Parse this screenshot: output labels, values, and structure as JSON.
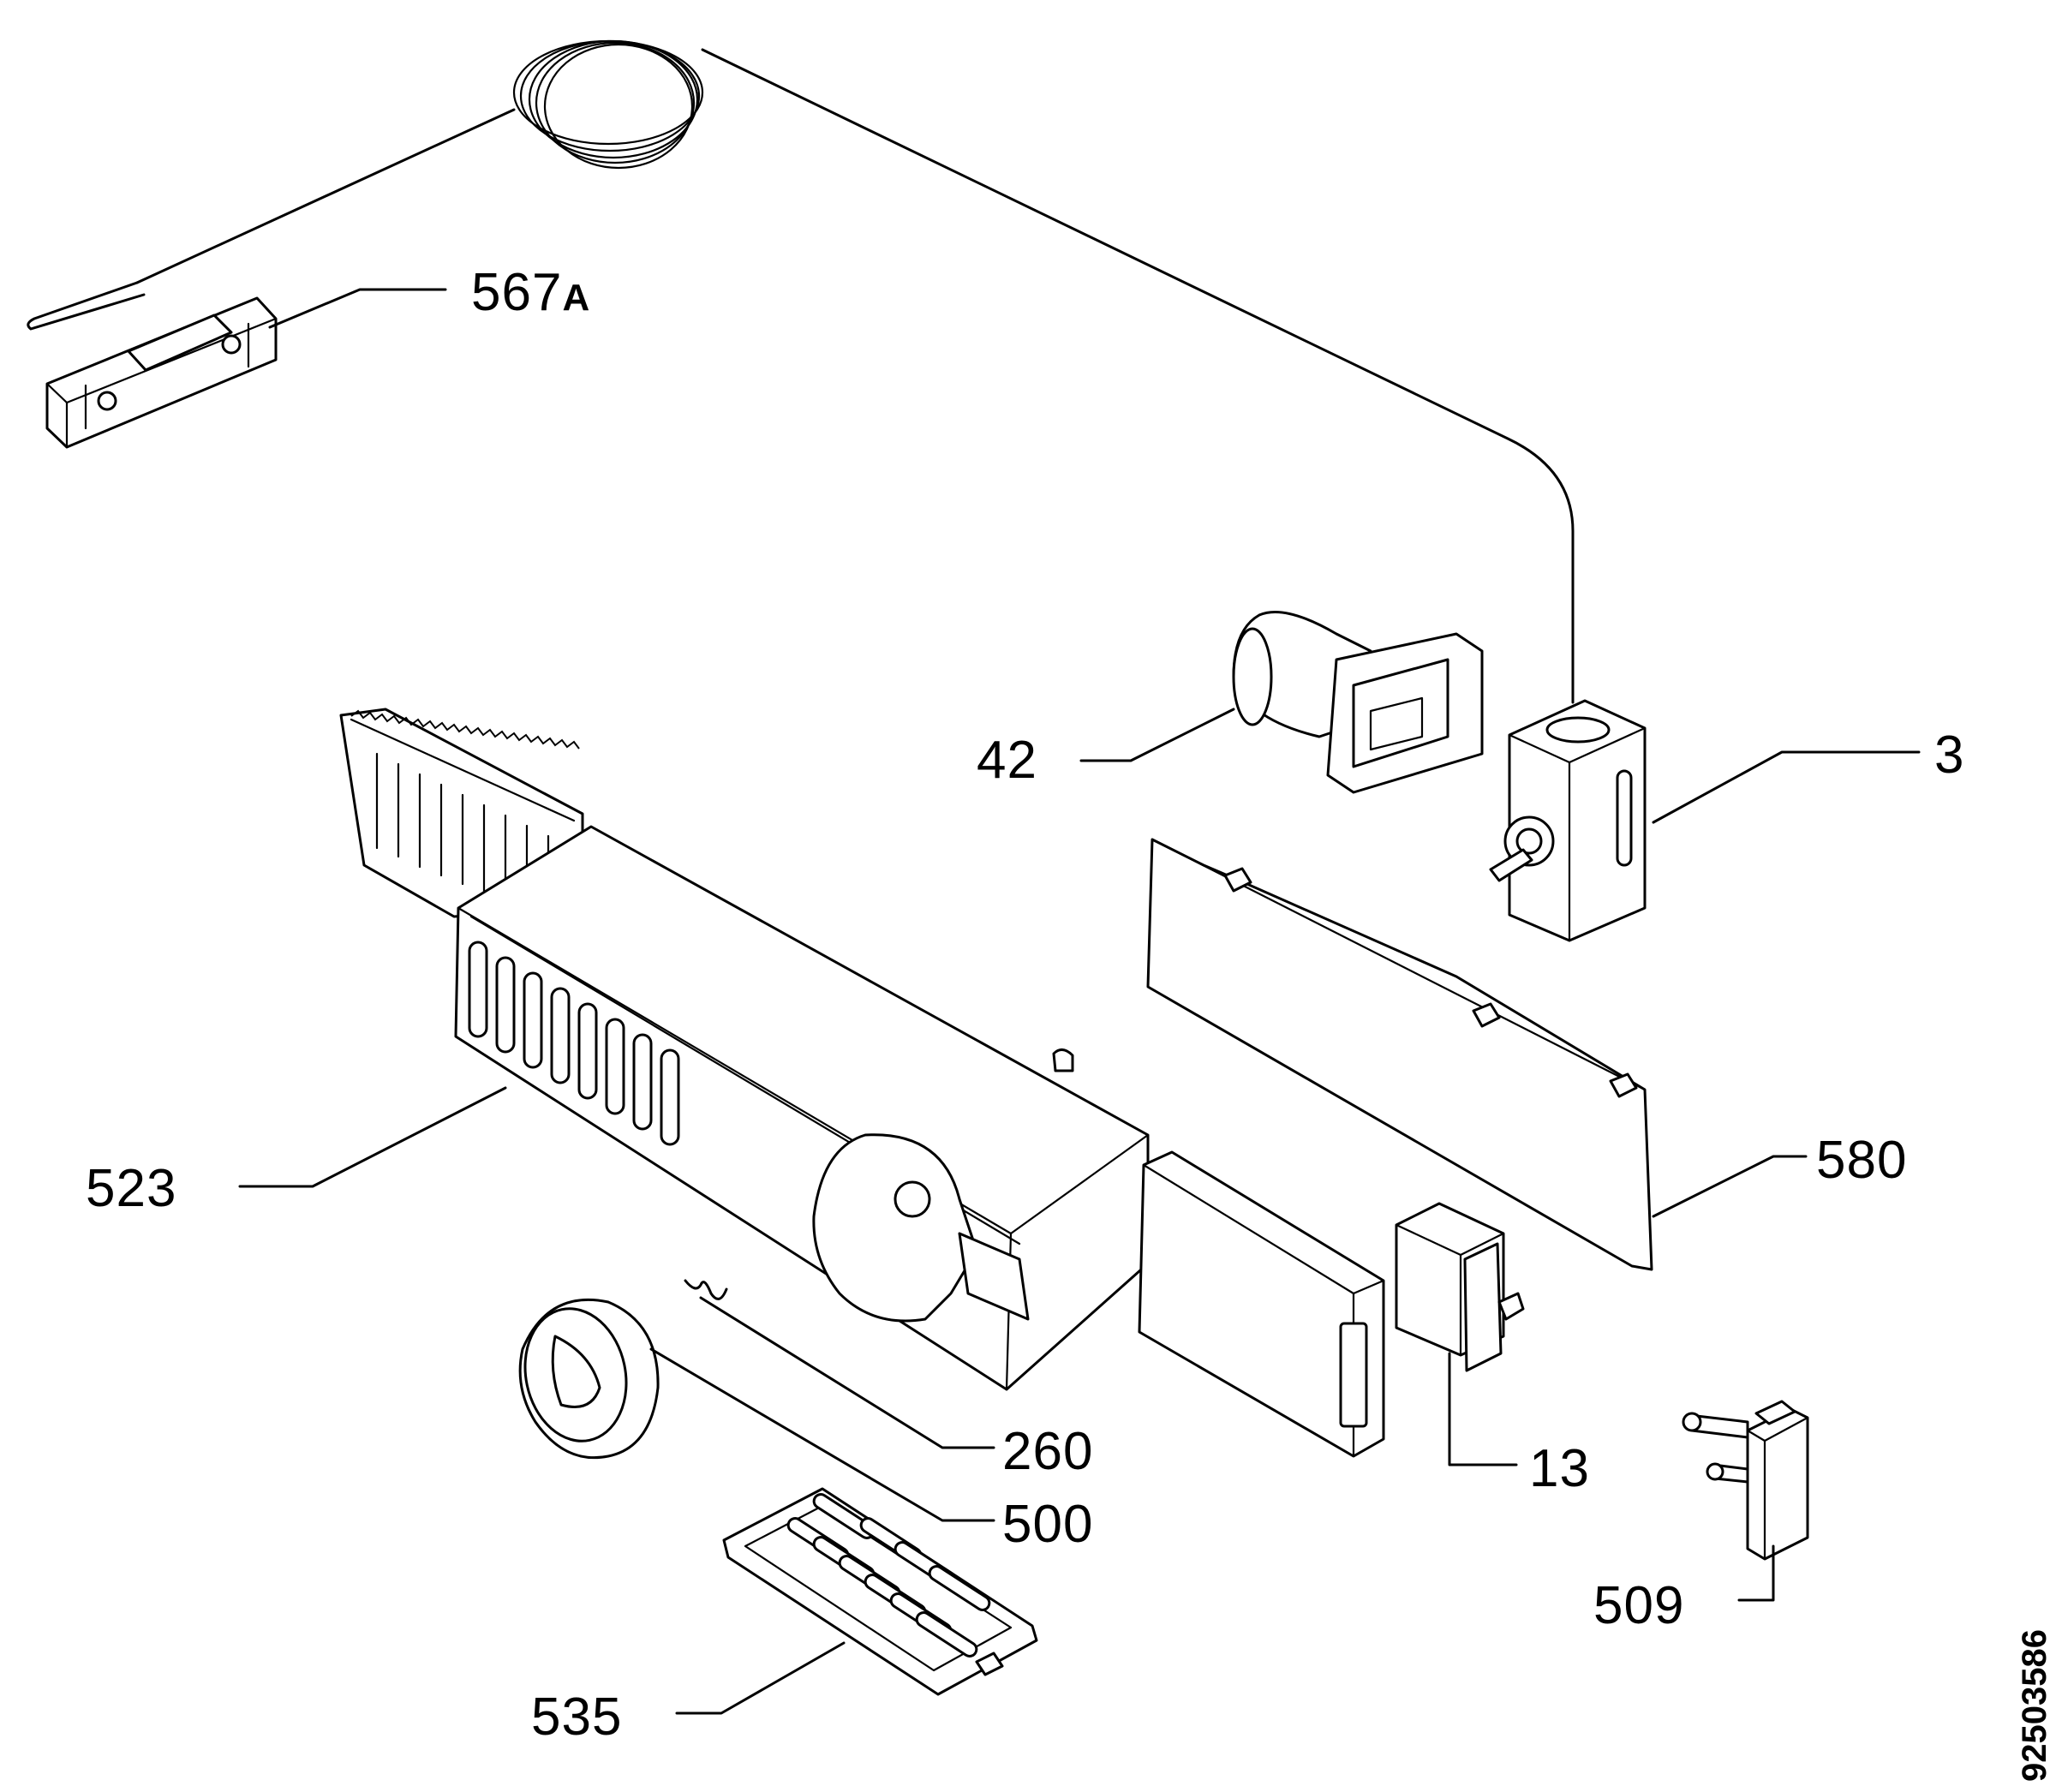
{
  "callouts": {
    "p567": "567",
    "p567_suffix": "A",
    "p42": "42",
    "p3": "3",
    "p523": "523",
    "p580": "580",
    "p13": "13",
    "p260": "260",
    "p500": "500",
    "p509": "509",
    "p535": "535"
  },
  "document_number": "92503586"
}
